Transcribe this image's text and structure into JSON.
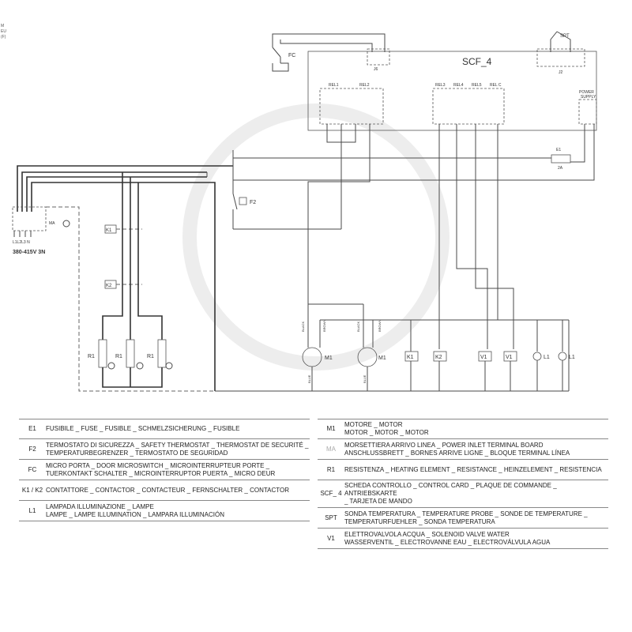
{
  "corner_marks": [
    "M",
    "EU",
    "(F)"
  ],
  "schematic": {
    "board_title": "SCF_4",
    "connectors": {
      "j6": "J6",
      "j2": "J2"
    },
    "relays": [
      "REL1",
      "REL2",
      "REL3",
      "REL4",
      "REL5",
      "REL C"
    ],
    "power_supply": "POWER\nSUPPLY",
    "power_supply_lines": [
      "POWER",
      "SUPPLY"
    ],
    "fuse": {
      "label": "E1",
      "rating": "2A"
    },
    "switch_fc": "FC",
    "probe_spt": "SPT",
    "thermostat_f2": "F2",
    "terminal_ma": "MA",
    "supply_phases": "L1L2L3 N",
    "supply_voltage": "380-415V 3N",
    "contactors": [
      "K1",
      "K2"
    ],
    "heaters": [
      "R1",
      "R1",
      "R1"
    ],
    "motors": [
      {
        "label": "M1",
        "wire_a": "BLACK",
        "wire_b": "BROWN",
        "wire_c": "BLUE"
      },
      {
        "label": "M1",
        "wire_a": "BLACK",
        "wire_b": "BROWN",
        "wire_c": "BLUE"
      }
    ],
    "coils": [
      "K1",
      "K2"
    ],
    "valves": [
      "V1",
      "V1"
    ],
    "lamps": [
      "L1",
      "L1"
    ]
  },
  "legend": {
    "left": [
      {
        "code": "E1",
        "lines": [
          "FUSIBILE _ FUSE _ FUSIBLE _ SCHMELZSICHERUNG _ FUSIBLE"
        ]
      },
      {
        "code": "F2",
        "lines": [
          "TERMOSTATO DI SICUREZZA _ SAFETY THERMOSTAT _ THERMOSTAT DE SECURITÉ _",
          "TEMPERATURBEGRENZER _ TERMOSTATO DE SEGURIDAD"
        ]
      },
      {
        "code": "FC",
        "lines": [
          "MICRO PORTA _ DOOR MICROSWITCH _ MICROINTERRUPTEUR PORTE _",
          "TUERKONTAKT SCHALTER _ MICROINTERRUPTOR PUERTA _ MICRO DEUR"
        ]
      },
      {
        "code": "K1 / K2",
        "lines": [
          "CONTATTORE _ CONTACTOR _ CONTACTEUR _ FERNSCHALTER _ CONTACTOR"
        ]
      },
      {
        "code": "L1",
        "lines": [
          "LAMPADA ILLUMINAZIONE _ LAMPE",
          "LAMPE _ LAMPE ILLUMINATION _ LAMPARA ILLUMINACIÓN"
        ]
      }
    ],
    "right": [
      {
        "code": "M1",
        "lines": [
          "MOTORE _ MOTOR",
          "MOTOR _ MOTOR _ MOTOR"
        ]
      },
      {
        "code": "MA",
        "light": true,
        "lines": [
          "MORSETTIERA ARRIVO LINEA _ POWER INLET TERMINAL BOARD",
          "ANSCHLUSSBRETT _ BORNES ARRIVE LIGNE _ BLOQUE TERMINAL LÍNEA"
        ]
      },
      {
        "code": "R1",
        "lines": [
          "RESISTENZA _ HEATING ELEMENT _ RESISTANCE _ HEINZELEMENT _ RESISTENCIA"
        ]
      },
      {
        "code": "SCF_ 4",
        "lines": [
          "SCHEDA CONTROLLO _ CONTROL CARD _ PLAQUE DE COMMANDE _ ANTRIEBSKARTE",
          "_ TARJETA DE MANDO"
        ]
      },
      {
        "code": "SPT",
        "lines": [
          "SONDA TEMPERATURA _ TEMPERATURE PROBE _ SONDE DE TEMPERATURE _",
          "TEMPERATURFUEHLER _ SONDA TEMPERATURA"
        ]
      },
      {
        "code": "V1",
        "lines": [
          "ELETTROVALVOLA ACQUA _ SOLENOID VALVE WATER",
          "WASSERVENTIL _ ELECTROVANNE EAU _ ELECTROVÁLVULA AGUA"
        ]
      }
    ]
  }
}
